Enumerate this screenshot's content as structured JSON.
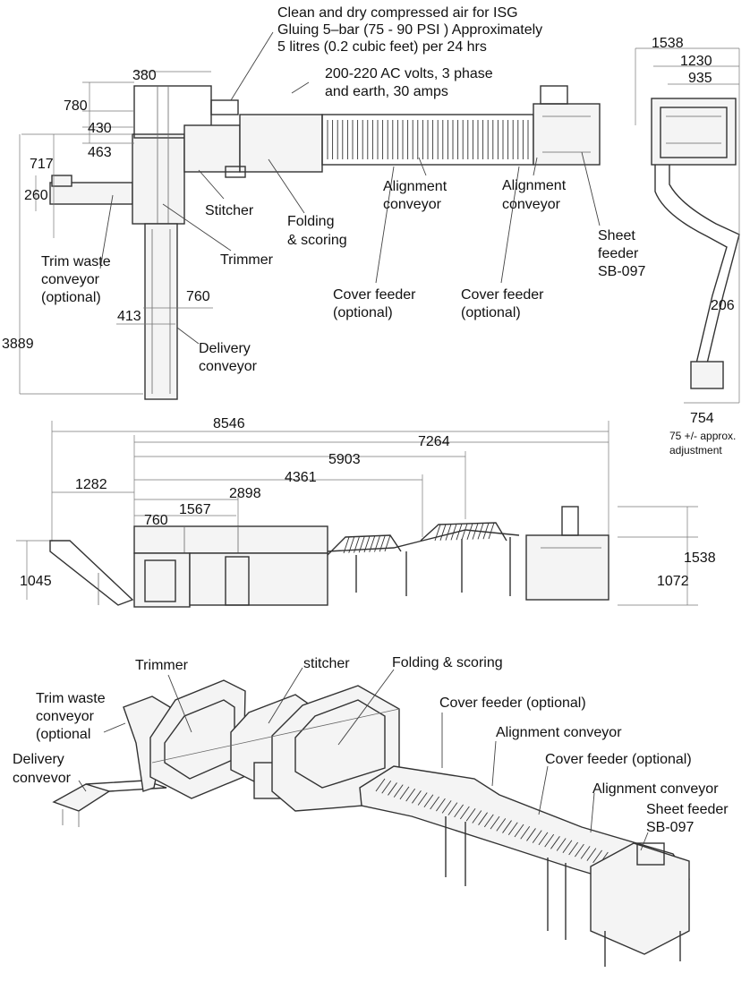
{
  "top_view": {
    "air_note": [
      "Clean and dry compressed air for ISG",
      "Gluing 5–bar (75 - 90 PSI ) Approximately",
      "5 litres (0.2 cubic feet) per 24 hrs"
    ],
    "power_note": [
      "200-220 AC volts, 3 phase",
      "and earth, 30 amps"
    ],
    "labels": {
      "stitcher": "Stitcher",
      "folding": [
        "Folding",
        "& scoring"
      ],
      "alignment_1": [
        "Alignment",
        "conveyor"
      ],
      "alignment_2": [
        "Alignment",
        "conveyor"
      ],
      "sheet_feeder": [
        "Sheet",
        "feeder",
        "SB-097"
      ],
      "trim_waste": [
        "Trim waste",
        "conveyor",
        "(optional)"
      ],
      "trimmer": "Trimmer",
      "cover_feeder_1": [
        "Cover feeder",
        "(optional)"
      ],
      "cover_feeder_2": [
        "Cover feeder",
        "(optional)"
      ],
      "delivery": [
        "Delivery",
        "conveyor"
      ]
    },
    "dims": {
      "d380": "380",
      "d780": "780",
      "d430": "430",
      "d463": "463",
      "d717": "717",
      "d260": "260",
      "d760": "760",
      "d413": "413",
      "d3889": "3889"
    }
  },
  "side_view": {
    "dims": {
      "d1538": "1538",
      "d1230": "1230",
      "d935": "935",
      "d206": "206",
      "d754": "754"
    },
    "note": [
      "75  +/- approx.",
      "adjustment"
    ]
  },
  "front_view": {
    "dims": {
      "d8546": "8546",
      "d7264": "7264",
      "d5903": "5903",
      "d4361": "4361",
      "d2898": "2898",
      "d1282": "1282",
      "d1567": "1567",
      "d760": "760",
      "d1045": "1045",
      "d1538": "1538",
      "d1072": "1072"
    }
  },
  "iso_view": {
    "labels": {
      "trimmer": "Trimmer",
      "stitcher": "stitcher",
      "folding": "Folding & scoring",
      "trim_waste": [
        "Trim waste",
        "conveyor",
        "(optional"
      ],
      "cover_feeder_1": "Cover feeder (optional)",
      "alignment_1": "Alignment conveyor",
      "delivery": [
        "Delivery",
        "convevor"
      ],
      "cover_feeder_2": "Cover feeder (optional)",
      "alignment_2": "Alignment conveyor",
      "sheet_feeder": [
        "Sheet feeder",
        "SB-097"
      ]
    }
  }
}
